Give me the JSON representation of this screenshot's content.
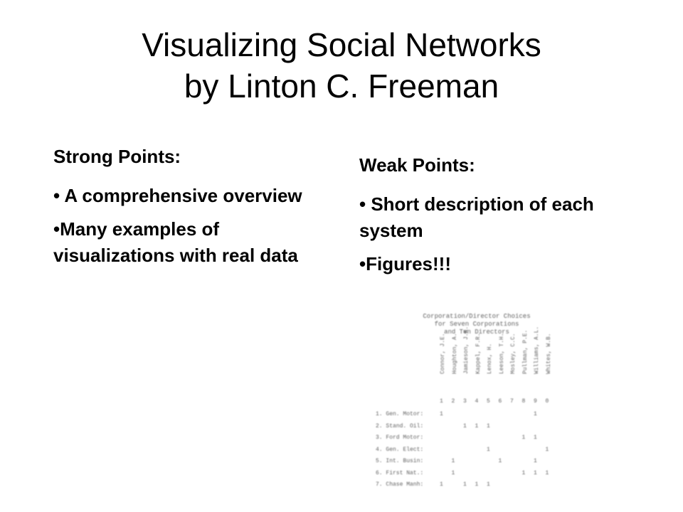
{
  "title": {
    "line1": "Visualizing Social Networks",
    "line2": "by Linton C. Freeman"
  },
  "strong": {
    "heading": "Strong Points:",
    "items": [
      "• A comprehensive overview",
      "•Many examples of visualizations with real data"
    ]
  },
  "weak": {
    "heading": "Weak Points:",
    "items": [
      "• Short description of each system",
      "•Figures!!!"
    ]
  },
  "figure": {
    "caption_line1": "Corporation/Director Choices",
    "caption_line2": "for Seven Corporations",
    "caption_line3": "and Ten Directors",
    "columns": [
      "Connor, J.E.",
      "Houghton, A.",
      "Jamieson, J.K.",
      "Kappel, F.R.",
      "Lenox, H.",
      "Leeson, T.H.",
      "Mosley, C.C.",
      "Pullman, P.E.",
      "Williams, A.L.",
      "Whites, W.B."
    ],
    "numbers": [
      "1",
      "2",
      "3",
      "4",
      "5",
      "6",
      "7",
      "8",
      "9",
      "0"
    ],
    "rows": [
      {
        "label": "1.  Gen. Motor:",
        "cells": [
          "1",
          "",
          "",
          "",
          "",
          "",
          "",
          "",
          "1",
          ""
        ]
      },
      {
        "label": "2.  Stand. Oil:",
        "cells": [
          "",
          "",
          "1",
          "1",
          "1",
          "",
          "",
          "",
          "",
          ""
        ]
      },
      {
        "label": "3.  Ford Motor:",
        "cells": [
          "",
          "",
          "",
          "",
          "",
          "",
          "",
          "1",
          "1",
          ""
        ]
      },
      {
        "label": "4.  Gen. Elect:",
        "cells": [
          "",
          "",
          "",
          "",
          "1",
          "",
          "",
          "",
          "",
          "1"
        ]
      },
      {
        "label": "5.  Int. Busin:",
        "cells": [
          "",
          "1",
          "",
          "",
          "",
          "1",
          "",
          "",
          "1",
          ""
        ]
      },
      {
        "label": "6.  First Nat.:",
        "cells": [
          "",
          "1",
          "",
          "",
          "",
          "",
          "",
          "1",
          "1",
          "1"
        ]
      },
      {
        "label": "7.  Chase Manh:",
        "cells": [
          "1",
          "",
          "1",
          "1",
          "1",
          "",
          "",
          "",
          "",
          ""
        ]
      }
    ]
  }
}
